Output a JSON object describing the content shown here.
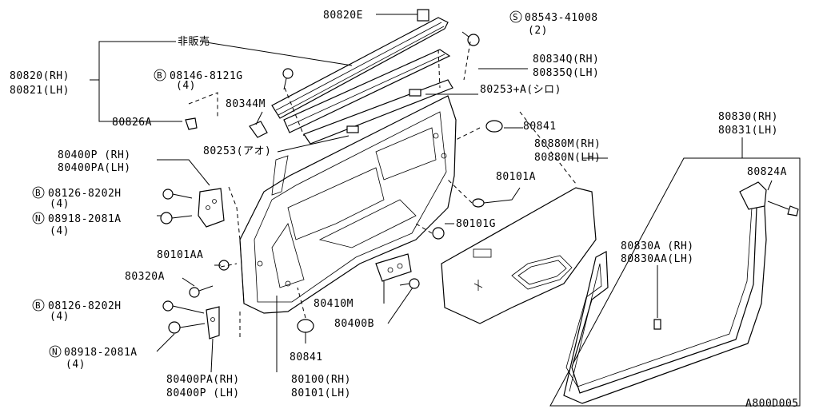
{
  "labels": {
    "l80820e": "80820E",
    "l08543": "08543-41008",
    "l08543q": "(2)",
    "lhibaibai": "非販売",
    "l80820rh": "80820(RH)",
    "l80821lh": "80821(LH)",
    "l08146": "08146-8121G",
    "l08146q": "(4)",
    "l80834q": "80834Q(RH)",
    "l80835q": "80835Q(LH)",
    "l80253a": "80253+A(シロ)",
    "l80344m": "80344M",
    "l80826a": "80826A",
    "l80841a": "80841",
    "l80253ao": "80253(アオ)",
    "l80400p_rh": "80400P (RH)",
    "l80400pa_lh": "80400PA(LH)",
    "l08126a": "08126-8202H",
    "l08126aq": "(4)",
    "l08918a": "08918-2081A",
    "l08918aq": "(4)",
    "l80101aa": "80101AA",
    "l80320a": "80320A",
    "l08126b": "08126-8202H",
    "l08126bq": "(4)",
    "l08918b": "08918-2081A",
    "l08918bq": "(4)",
    "l80400pa_rh": "80400PA(RH)",
    "l80400p_lh": "80400P (LH)",
    "l80100": "80100(RH)",
    "l80101": "80101(LH)",
    "l80841b": "80841",
    "l80410m": "80410M",
    "l80400b": "80400B",
    "l80101a": "80101A",
    "l80101g": "80101G",
    "l80880m": "80880M(RH)",
    "l80880n": "80880N(LH)",
    "l80830rh": "80830(RH)",
    "l80831lh": "80831(LH)",
    "l80824a": "80824A",
    "l80830a": "80830A (RH)",
    "l80830aa": "80830AA(LH)",
    "l_code": "A800D005"
  },
  "symbols": {
    "s": "S",
    "b": "B",
    "n": "N"
  }
}
